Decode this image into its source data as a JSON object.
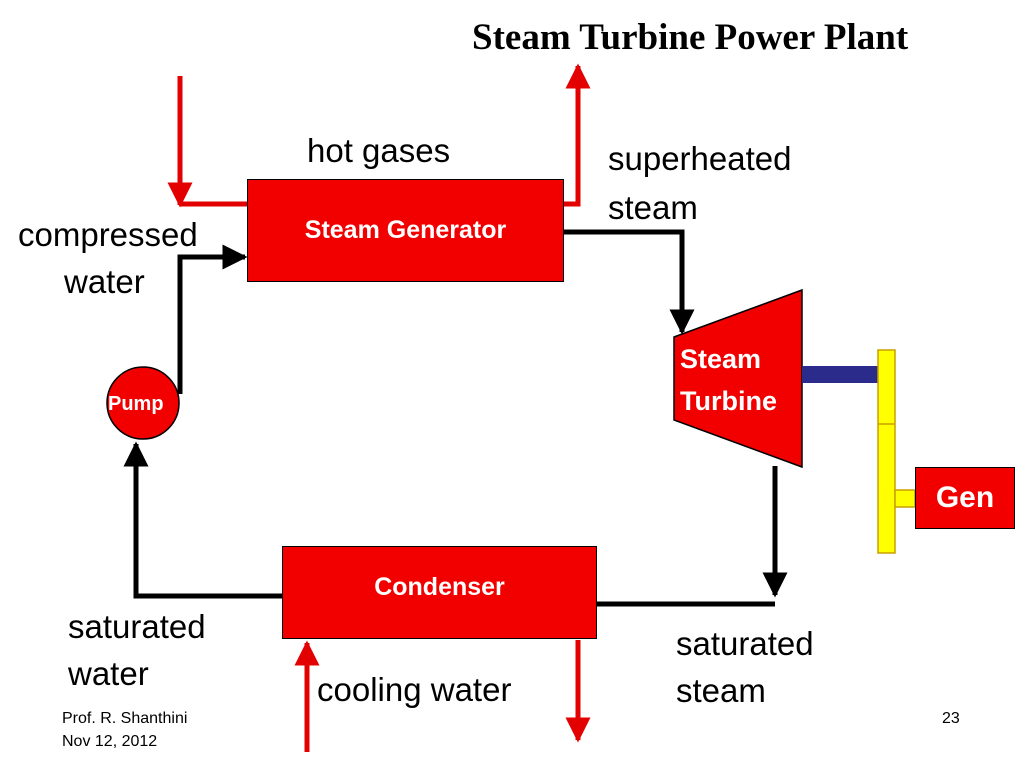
{
  "title": "Steam Turbine Power Plant",
  "components": {
    "steam_generator": "Steam Generator",
    "turbine_line1": "Steam",
    "turbine_line2": "Turbine",
    "pump": "Pump",
    "condenser": "Condenser",
    "generator": "Gen"
  },
  "labels": {
    "hot_gases": "hot gases",
    "superheated_steam_1": "superheated",
    "superheated_steam_2": "steam",
    "compressed_water_1": "compressed",
    "compressed_water_2": "water",
    "saturated_water_1": "saturated",
    "saturated_water_2": "water",
    "saturated_steam_1": "saturated",
    "saturated_steam_2": "steam",
    "cooling_water": "cooling water"
  },
  "footer": {
    "author": "Prof. R. Shanthini",
    "date": "Nov 12, 2012",
    "page_number": "23"
  },
  "colors": {
    "component_fill": "#f20000",
    "flow_lines": "#000000",
    "heat_flow_arrows": "#e30000",
    "shaft": "#2b2b8c",
    "generator_frame": "#ffff00"
  }
}
